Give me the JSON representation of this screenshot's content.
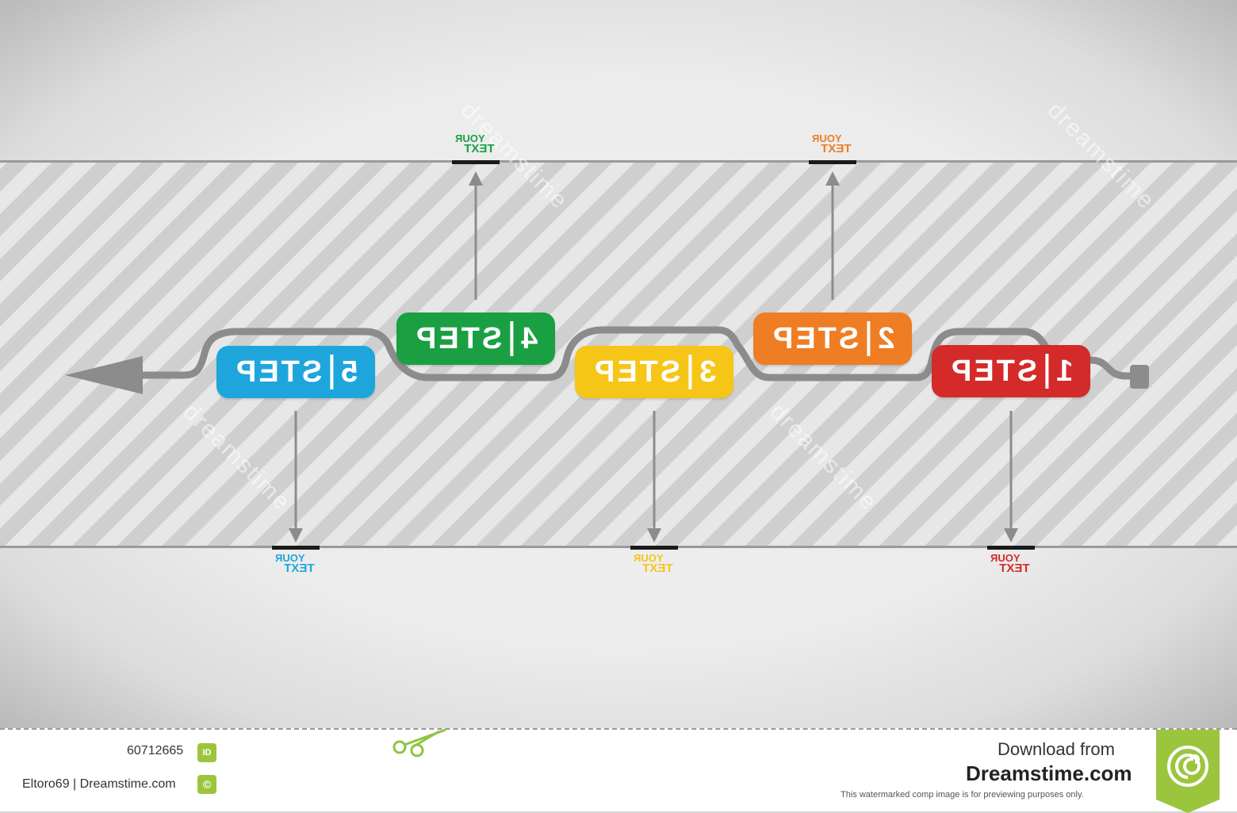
{
  "steps": [
    {
      "number": "1",
      "word": "STEP",
      "color": "#d42a2a",
      "note_line1": "YOUR",
      "note_line2": "TEXT"
    },
    {
      "number": "2",
      "word": "STEP",
      "color": "#ee7d24",
      "note_line1": "YOUR",
      "note_line2": "TEXT"
    },
    {
      "number": "3",
      "word": "STEP",
      "color": "#f5c518",
      "note_line1": "YOUR",
      "note_line2": "TEXT"
    },
    {
      "number": "4",
      "word": "STEP",
      "color": "#1aa043",
      "note_line1": "YOUR",
      "note_line2": "TEXT"
    },
    {
      "number": "5",
      "word": "STEP",
      "color": "#1ea6dc",
      "note_line1": "YOUR",
      "note_line2": "TEXT"
    }
  ],
  "colors": {
    "connector": "#8c8c8c",
    "guide_line": "#9a9a9a",
    "brand_green": "#9bc53d"
  },
  "watermark": "dreamstime",
  "footer": {
    "download_from": "Download from",
    "site": "Dreamstime.com",
    "disclaimer": "This watermarked comp image is for previewing purposes only.",
    "id_label": "ID",
    "id_value": "60712665",
    "credit": "Eltoro69 | Dreamstime.com"
  },
  "icons": {
    "logo": "dreamstime-spiral-logo-icon",
    "scissors": "scissors-icon",
    "copyright": "copyright-icon"
  }
}
